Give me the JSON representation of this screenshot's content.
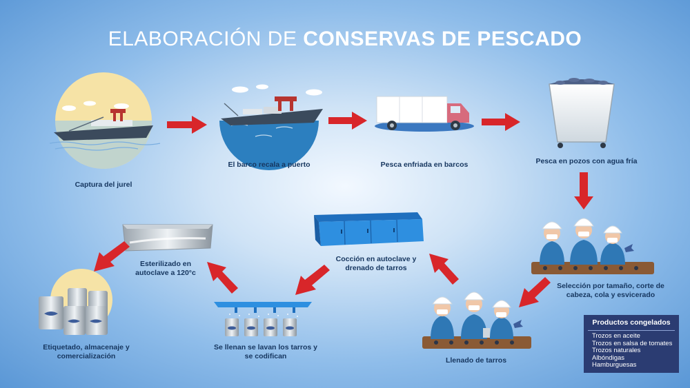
{
  "title": {
    "light": "ELABORACIÓN DE",
    "bold": "CONSERVAS DE PESCADO"
  },
  "steps": [
    {
      "label": "Captura del jurel"
    },
    {
      "label": "El barco recala a puerto"
    },
    {
      "label": "Pesca enfriada en barcos"
    },
    {
      "label": "Pesca en pozos con agua fría"
    },
    {
      "label": "Selección por tamaño, corte de\ncabeza, cola y esvicerado"
    },
    {
      "label": "Llenado de tarros"
    },
    {
      "label": "Cocción en autoclave y\ndrenado de tarros"
    },
    {
      "label": "Se llenan se lavan los tarros y\nse codifican"
    },
    {
      "label": "Esterilizado en\nautoclave a 120°c"
    },
    {
      "label": "Etiquetado, almacenaje y\ncomercialización"
    }
  ],
  "frozen_products": {
    "heading": "Productos congelados",
    "items": [
      "Trozos en aceite",
      "Trozos en salsa de tomates",
      "Trozos naturales",
      "Albóndigas",
      "Hamburguesas"
    ]
  },
  "colors": {
    "arrow": "#d8262a",
    "label_text": "#16365f",
    "box_bg": "#2b3c72",
    "autoclave_blue": "#2e8fe0",
    "sun": "#f6e3a6",
    "sea": "#2c7fbf"
  }
}
